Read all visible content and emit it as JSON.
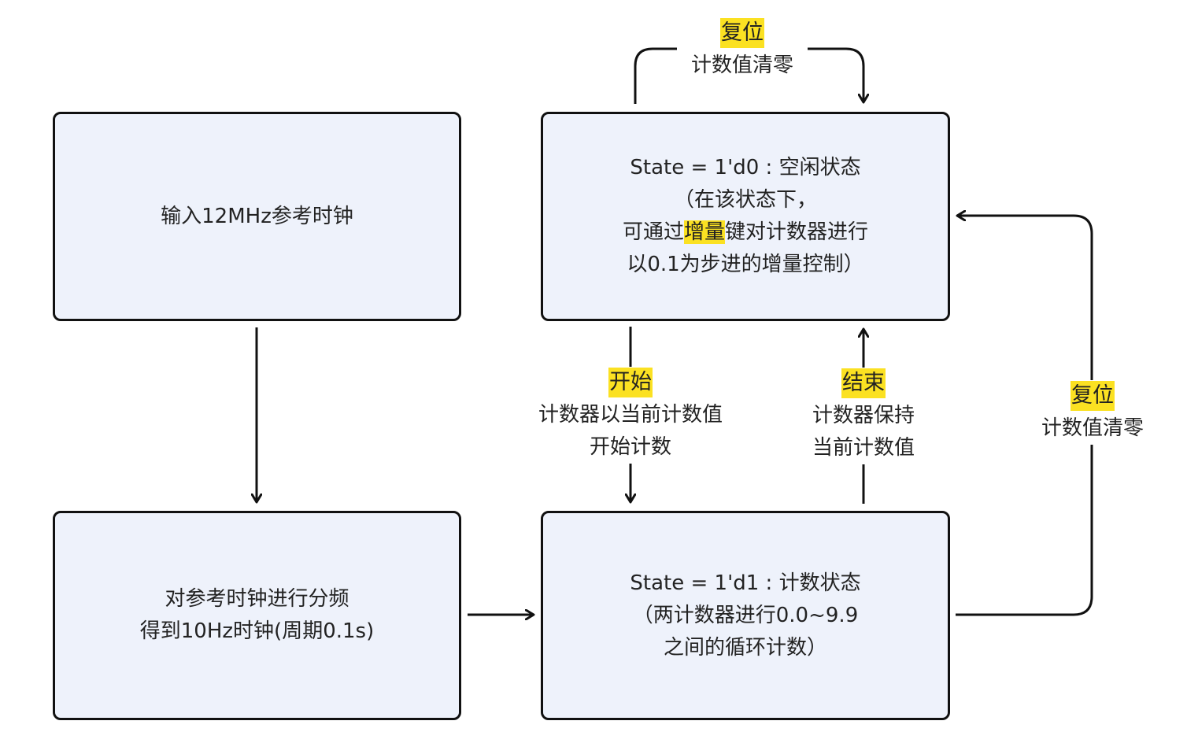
{
  "boxes": {
    "input": {
      "lines": [
        "输入12MHz参考时钟"
      ]
    },
    "divider": {
      "lines": [
        "对参考时钟进行分频",
        "得到10Hz时钟(周期0.1s)"
      ]
    },
    "idle": {
      "line1": "State = 1'd0 : 空闲状态",
      "line2": "（在该状态下，",
      "line3_prefix": "可通过",
      "line3_highlight": "增量",
      "line3_suffix": "键对计数器进行",
      "line4": "以0.1为步进的增量控制）"
    },
    "counting": {
      "lines": [
        "State = 1'd1 : 计数状态",
        "（两计数器进行0.0~9.9",
        "之间的循环计数）"
      ]
    }
  },
  "edges": {
    "reset_top": {
      "title": "复位",
      "lines": [
        "计数值清零"
      ]
    },
    "start": {
      "title": "开始",
      "lines": [
        "计数器以当前计数值",
        "开始计数"
      ]
    },
    "end": {
      "title": "结束",
      "lines": [
        "计数器保持",
        "当前计数值"
      ]
    },
    "reset_right": {
      "title": "复位",
      "lines": [
        "计数值清零"
      ]
    }
  }
}
